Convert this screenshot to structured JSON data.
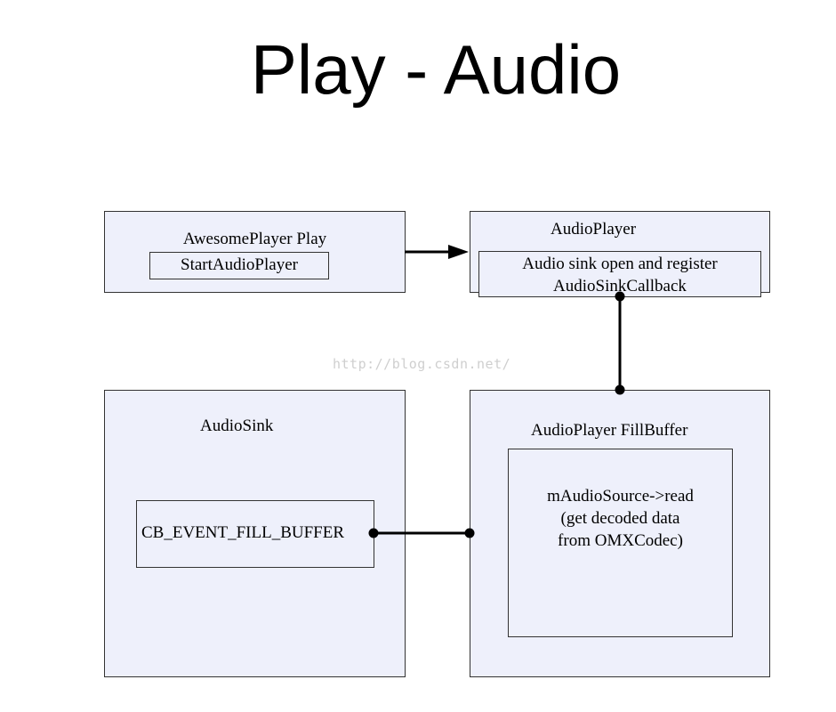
{
  "title": "Play - Audio",
  "watermark": "http://blog.csdn.net/",
  "awesome_player": {
    "title": "AwesomePlayer Play",
    "start_label": "StartAudioPlayer"
  },
  "audio_player": {
    "title": "AudioPlayer",
    "sink_line1": "Audio sink open and register",
    "sink_line2": "AudioSinkCallback"
  },
  "audio_sink": {
    "title": "AudioSink",
    "event_label": "CB_EVENT_FILL_BUFFER"
  },
  "fill_buffer": {
    "title": "AudioPlayer FillBuffer",
    "line1": "mAudioSource->read",
    "line2": "(get decoded data",
    "line3": "from OMXCodec)"
  },
  "colors": {
    "box_fill": "#eef0fb",
    "stroke": "#000000",
    "watermark": "#cfcfcf"
  }
}
